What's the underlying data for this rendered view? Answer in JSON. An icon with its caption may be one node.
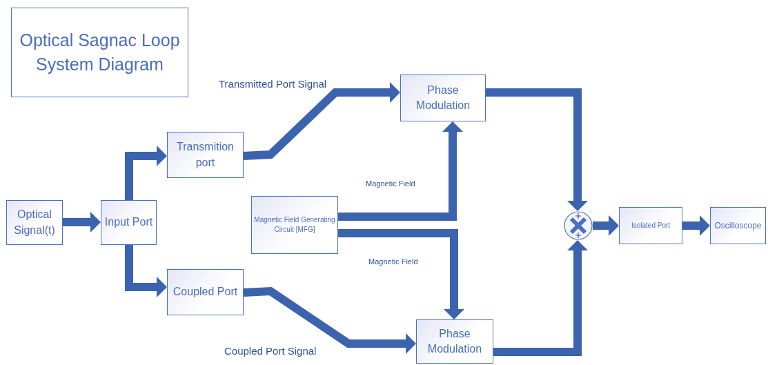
{
  "diagram": {
    "title": "Optical Sagnac Loop System Diagram",
    "nodes": [
      {
        "text": [
          "Optical Signal(t)"
        ]
      },
      {
        "text": [
          "Input Port"
        ]
      },
      {
        "text": [
          "Transmition port"
        ]
      },
      {
        "text": [
          "Coupled Port"
        ]
      },
      {
        "text": [
          "Phase Modulation"
        ]
      },
      {
        "text": [
          "Magnetic Field Generating Circuit [MFG]"
        ]
      },
      {
        "text": [
          "Phase Modulation"
        ]
      },
      {
        "text": [],
        "shape": "circle"
      },
      {
        "text": [
          "Isolated Port"
        ]
      },
      {
        "text": [
          "Oscilloscope"
        ]
      }
    ],
    "edges": [
      {
        "from": 0,
        "to": 1,
        "arrow": "to"
      },
      {
        "from": 1,
        "to": 2,
        "arrow": "to"
      },
      {
        "from": 1,
        "to": 3,
        "arrow": "to"
      },
      {
        "from": 2,
        "to": 4,
        "arrow": "to",
        "label": "Transmitted Port Signal"
      },
      {
        "from": 3,
        "to": 6,
        "arrow": "to",
        "label": "Coupled Port Signal"
      },
      {
        "from": 5,
        "to": 4,
        "arrow": "to",
        "label": "Magnetic Field"
      },
      {
        "from": 5,
        "to": 6,
        "arrow": "to",
        "label": "Magnetic Field"
      },
      {
        "from": 4,
        "to": 7,
        "arrow": "to"
      },
      {
        "from": 6,
        "to": 7,
        "arrow": "to"
      },
      {
        "from": 7,
        "to": 8,
        "arrow": "to"
      },
      {
        "from": 8,
        "to": 9,
        "arrow": "to"
      }
    ]
  }
}
